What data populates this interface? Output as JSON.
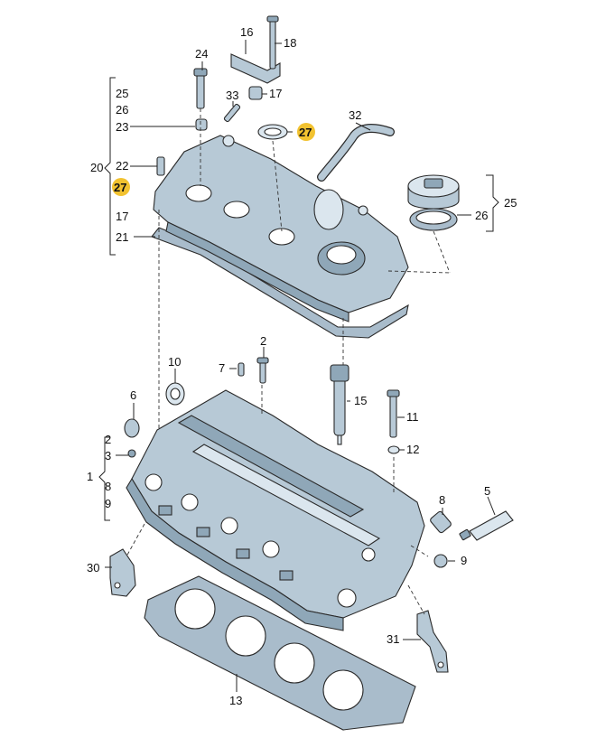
{
  "labels": {
    "l1": "1",
    "l2a": "2",
    "l2b": "2",
    "l3": "3",
    "l5": "5",
    "l6": "6",
    "l7": "7",
    "l8a": "8",
    "l8b": "8",
    "l9a": "9",
    "l9b": "9",
    "l10": "10",
    "l11": "11",
    "l12": "12",
    "l13": "13",
    "l15": "15",
    "l16": "16",
    "l17a": "17",
    "l17b": "17",
    "l18": "18",
    "l20": "20",
    "l21": "21",
    "l22": "22",
    "l23": "23",
    "l24": "24",
    "l25a": "25",
    "l25b": "25",
    "l26a": "26",
    "l26b": "26",
    "l27a": "27",
    "l27b": "27",
    "l30": "30",
    "l31": "31",
    "l32": "32",
    "l33": "33"
  },
  "colors": {
    "part": "#b7c9d6",
    "part_dark": "#8fa7b8",
    "highlight": "#f2c230"
  }
}
